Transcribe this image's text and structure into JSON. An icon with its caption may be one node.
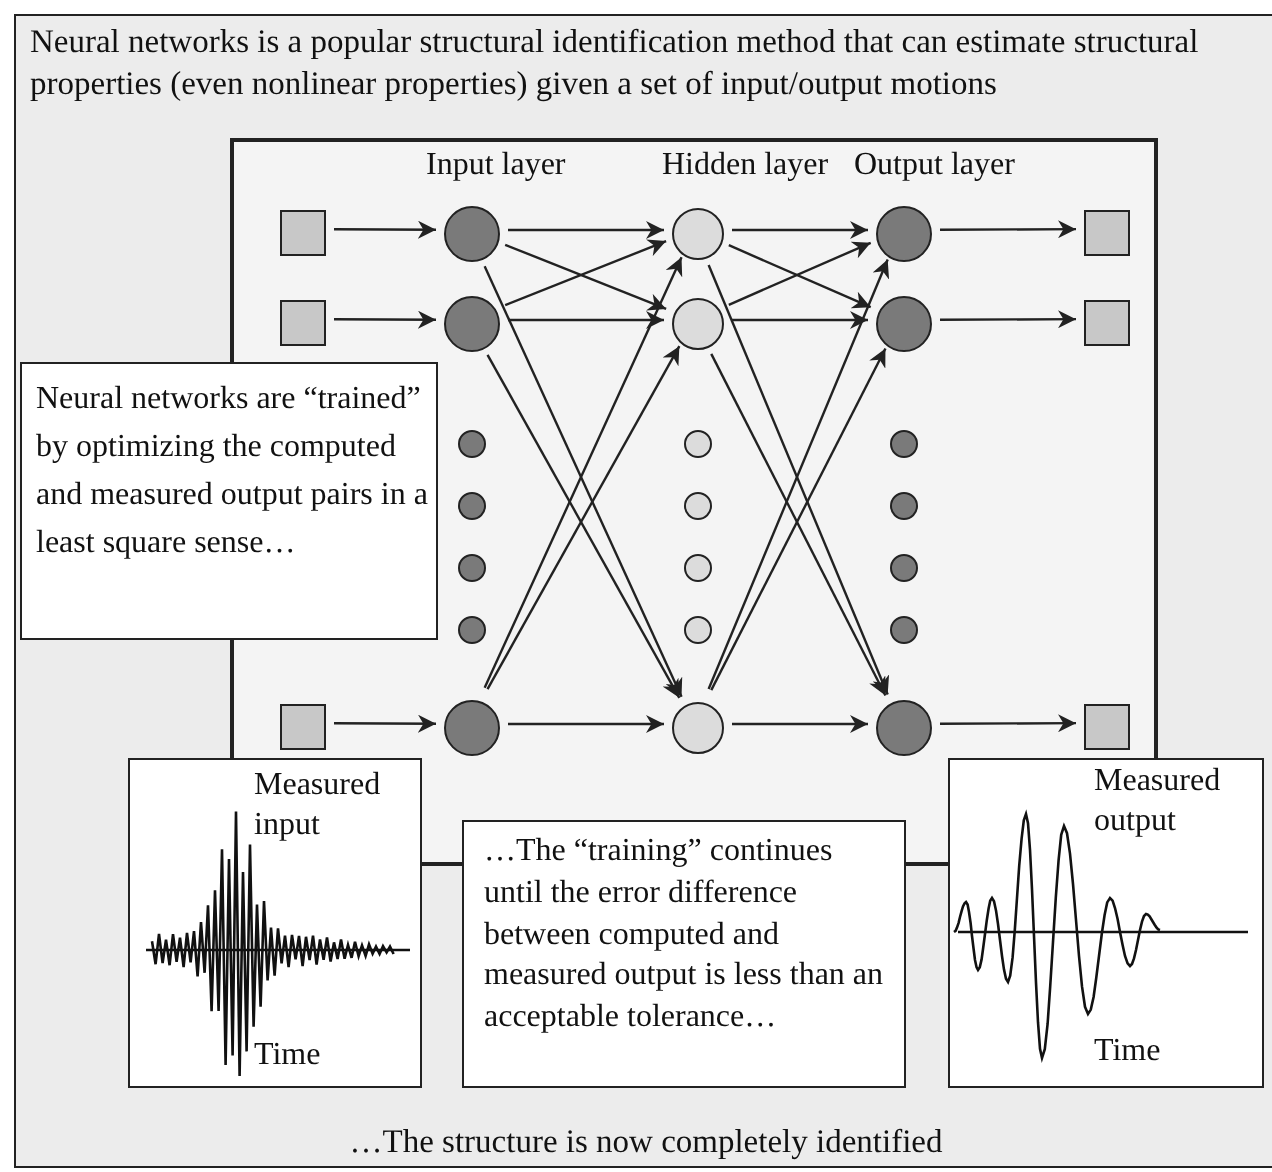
{
  "diagram": {
    "nodes": [
      {
        "text": [
          "Neural networks is a popular structural identification method that can estimate structural properties (even nonlinear properties) given a set of input/output motions",
          "…The structure is now completely identified"
        ]
      },
      {
        "text": [],
        "shape": "box",
        "in": 0
      },
      {
        "text": [],
        "shape": "box",
        "in": 1
      },
      {
        "text": [],
        "shape": "box",
        "in": 1
      },
      {
        "text": [],
        "shape": "box",
        "in": 1
      },
      {
        "text": [],
        "shape": "circle",
        "in": 1
      },
      {
        "text": [],
        "shape": "circle",
        "in": 1
      },
      {
        "text": [],
        "shape": "circle",
        "in": 1
      },
      {
        "text": [],
        "shape": "circle",
        "in": 1
      },
      {
        "text": [],
        "shape": "circle",
        "in": 1
      },
      {
        "text": [],
        "shape": "circle",
        "in": 1
      },
      {
        "text": [],
        "shape": "circle",
        "in": 1
      },
      {
        "text": [],
        "shape": "circle",
        "in": 1
      },
      {
        "text": [],
        "shape": "circle",
        "in": 1
      },
      {
        "text": [],
        "shape": "box",
        "in": 1
      },
      {
        "text": [],
        "shape": "box",
        "in": 1
      },
      {
        "text": [],
        "shape": "box",
        "in": 1
      },
      {
        "text": [],
        "shape": "circle",
        "in": 1
      },
      {
        "text": [],
        "shape": "circle",
        "in": 1
      },
      {
        "text": [],
        "shape": "circle",
        "in": 1
      },
      {
        "text": [],
        "shape": "circle",
        "in": 1
      },
      {
        "text": [],
        "shape": "circle",
        "in": 1
      },
      {
        "text": [],
        "shape": "circle",
        "in": 1
      },
      {
        "text": [],
        "shape": "circle",
        "in": 1
      },
      {
        "text": [],
        "shape": "circle",
        "in": 1
      },
      {
        "text": [],
        "shape": "circle",
        "in": 1
      },
      {
        "text": [],
        "shape": "circle",
        "in": 1
      },
      {
        "text": [],
        "shape": "circle",
        "in": 1
      },
      {
        "text": [],
        "shape": "circle",
        "in": 1
      },
      {
        "text": [
          "Neural networks are “trained” by optimizing the computed and measured output pairs in a least square sense…"
        ],
        "in": 0
      },
      {
        "text": [
          "Measured input",
          "Time"
        ],
        "in": 0
      },
      {
        "text": [
          "…The “training” continues until the error difference between computed and measured output is less than an acceptable tolerance…"
        ],
        "in": 0
      },
      {
        "text": [
          "Measured output",
          "Time"
        ],
        "in": 0
      }
    ],
    "edges": [
      {
        "from": 2,
        "to": 5,
        "arrow": "to"
      },
      {
        "from": 3,
        "to": 6,
        "arrow": "to"
      },
      {
        "from": 4,
        "to": 7,
        "arrow": "to"
      },
      {
        "from": 5,
        "to": 8,
        "arrow": "to"
      },
      {
        "from": 5,
        "to": 9,
        "arrow": "to"
      },
      {
        "from": 5,
        "to": 10,
        "arrow": "to"
      },
      {
        "from": 6,
        "to": 8,
        "arrow": "to"
      },
      {
        "from": 6,
        "to": 9,
        "arrow": "to"
      },
      {
        "from": 6,
        "to": 10,
        "arrow": "to"
      },
      {
        "from": 7,
        "to": 8,
        "arrow": "to"
      },
      {
        "from": 7,
        "to": 9,
        "arrow": "to"
      },
      {
        "from": 7,
        "to": 10,
        "arrow": "to"
      },
      {
        "from": 8,
        "to": 11,
        "arrow": "to"
      },
      {
        "from": 8,
        "to": 12,
        "arrow": "to"
      },
      {
        "from": 8,
        "to": 13,
        "arrow": "to"
      },
      {
        "from": 9,
        "to": 11,
        "arrow": "to"
      },
      {
        "from": 9,
        "to": 12,
        "arrow": "to"
      },
      {
        "from": 9,
        "to": 13,
        "arrow": "to"
      },
      {
        "from": 10,
        "to": 11,
        "arrow": "to"
      },
      {
        "from": 10,
        "to": 12,
        "arrow": "to"
      },
      {
        "from": 10,
        "to": 13,
        "arrow": "to"
      },
      {
        "from": 11,
        "to": 14,
        "arrow": "to"
      },
      {
        "from": 12,
        "to": 15,
        "arrow": "to"
      },
      {
        "from": 13,
        "to": 16,
        "arrow": "to"
      }
    ],
    "labels": [
      "Input layer",
      "Hidden layer",
      "Output layer"
    ]
  }
}
